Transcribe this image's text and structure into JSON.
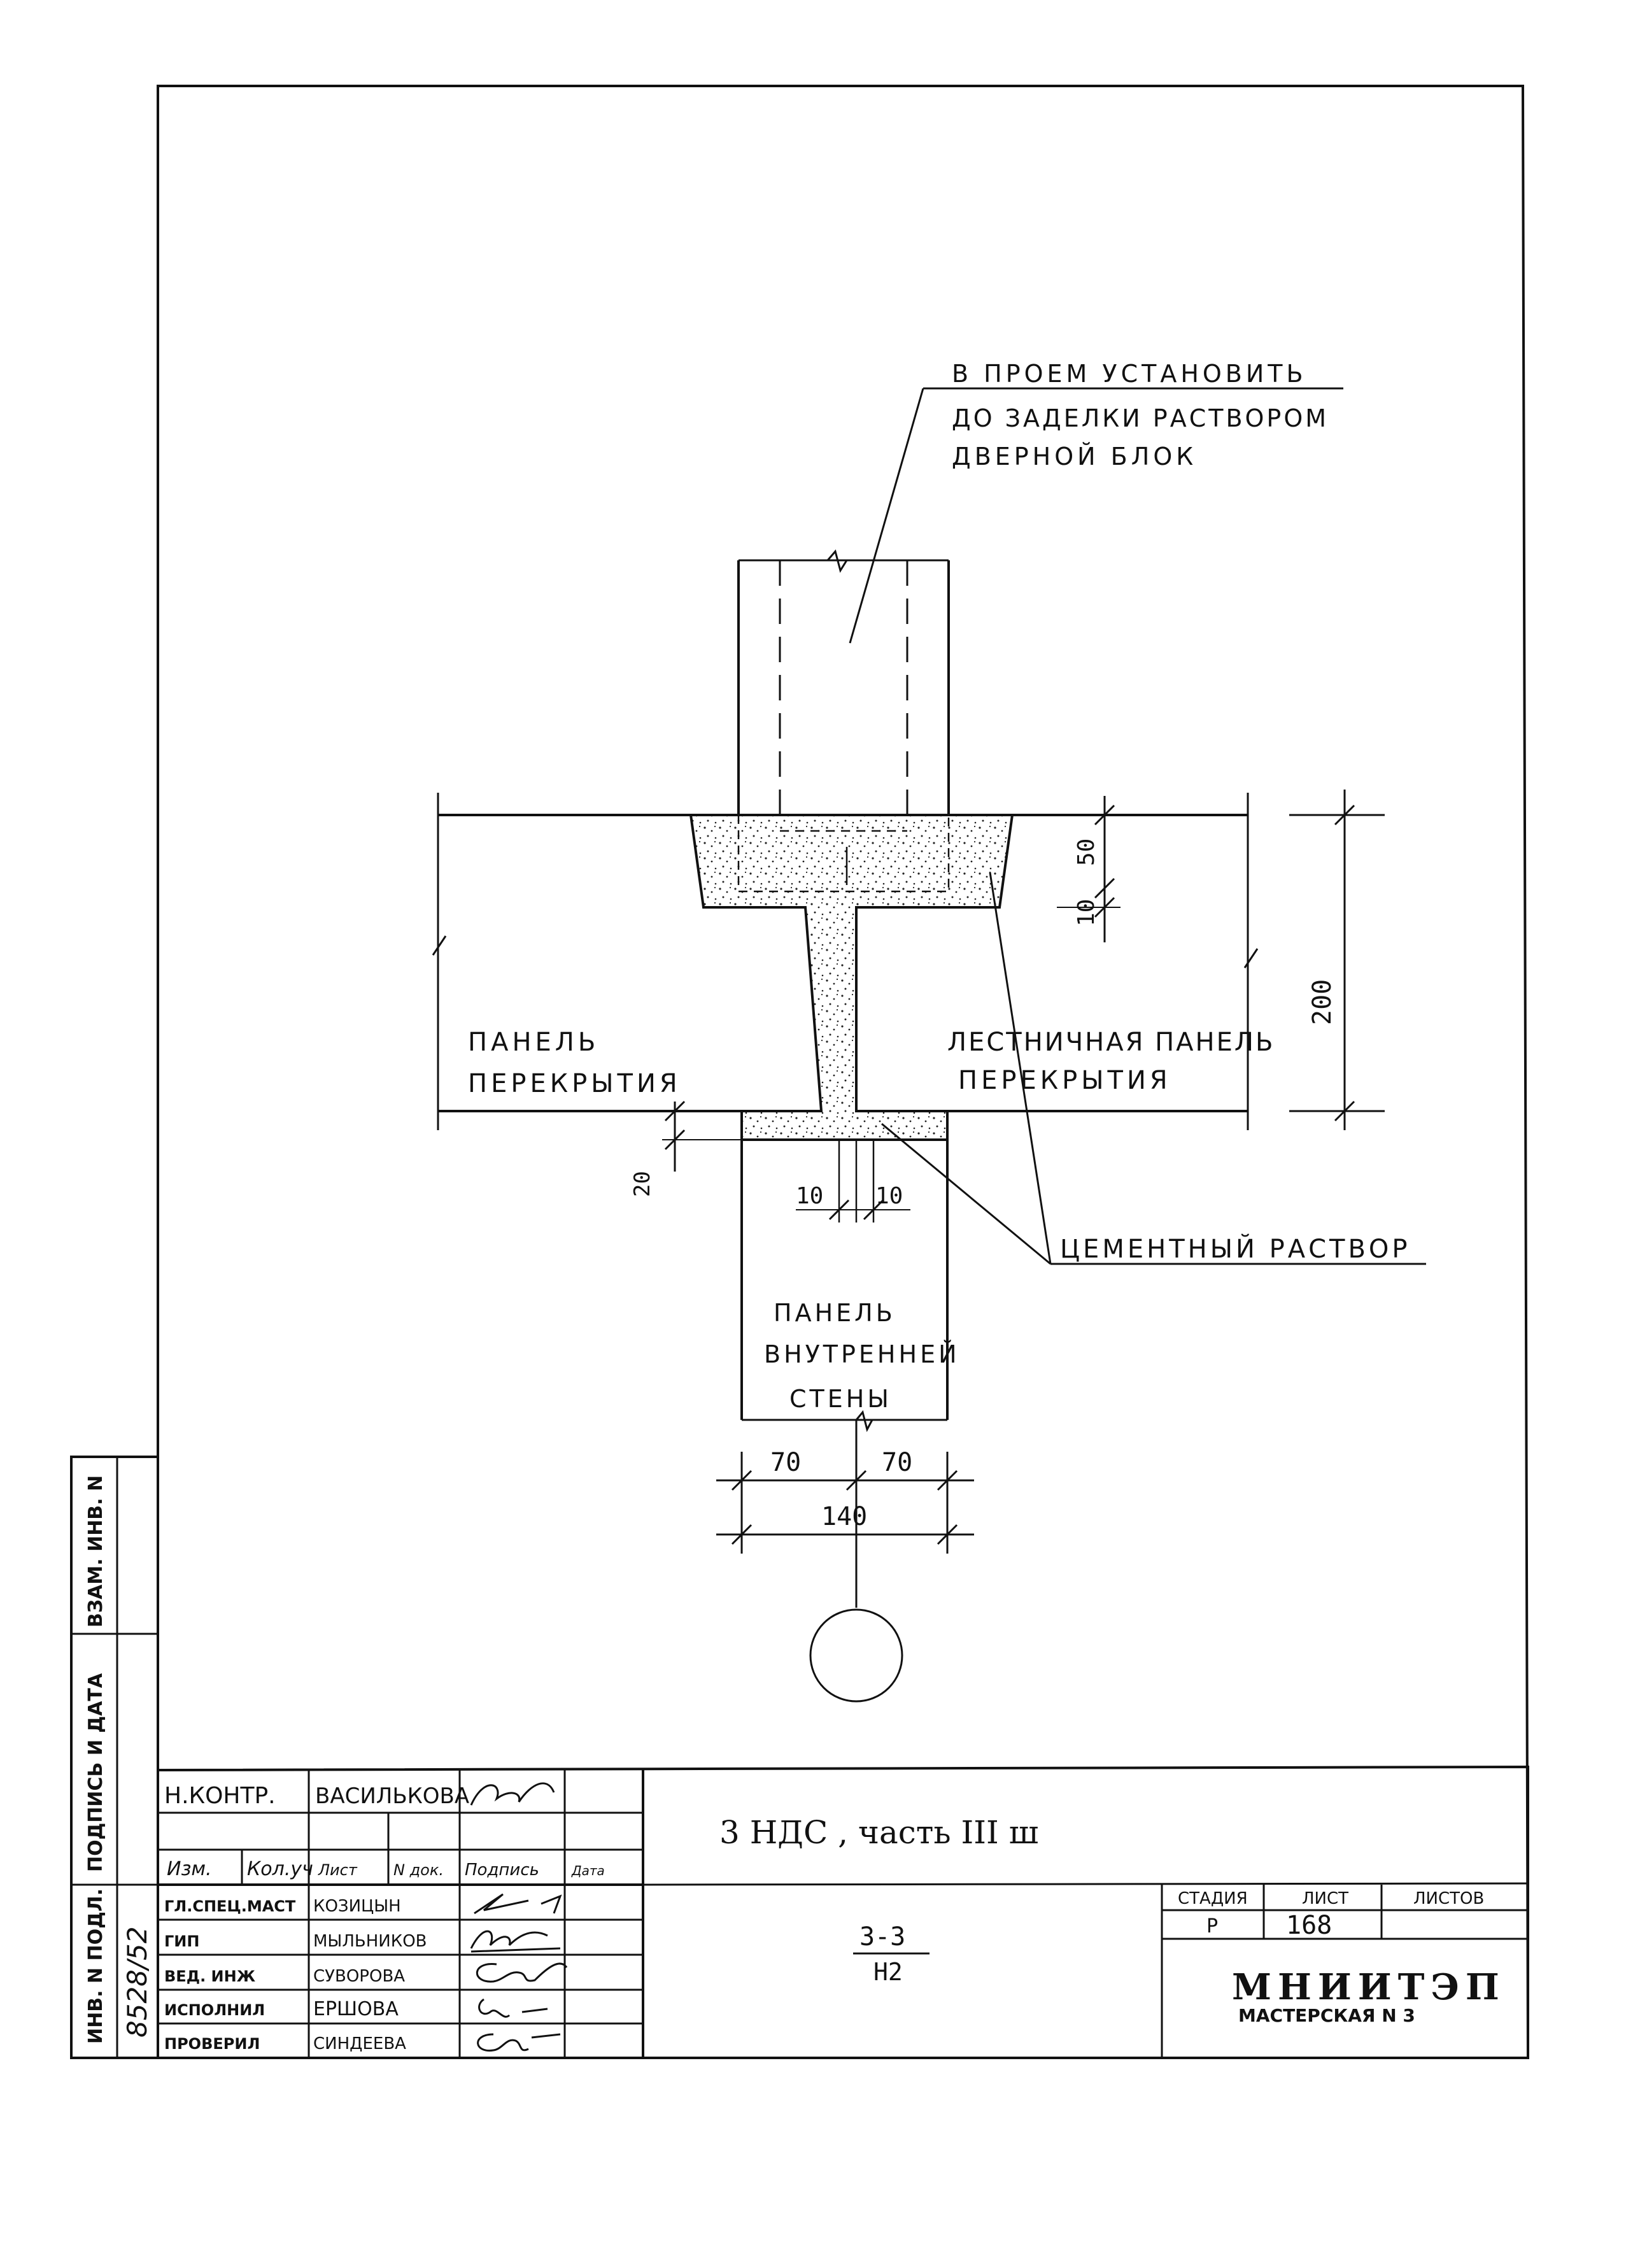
{
  "notes": {
    "door_block": [
      "В ПРОЕМ УСТАНОВИТЬ",
      "ДО ЗАДЕЛКИ РАСТВОРОМ",
      "ДВЕРНОЙ БЛОК"
    ],
    "cement_mortar": "ЦЕМЕНТНЫЙ РАСТВОР"
  },
  "labels": {
    "floor_panel": [
      "ПАНЕЛЬ",
      "ПЕРЕКРЫТИЯ"
    ],
    "stair_panel": [
      "ЛЕСТНИЧНАЯ ПАНЕЛЬ",
      "ПЕРЕКРЫТИЯ"
    ],
    "inner_wall": [
      "ПАНЕЛЬ",
      "ВНУТРЕННЕЙ",
      "СТЕНЫ"
    ]
  },
  "dimensions": {
    "d50": "50",
    "d10_top": "10",
    "d200": "200",
    "d20": "20",
    "d10_left": "10",
    "d10_right": "10",
    "d70_left": "70",
    "d70_right": "70",
    "d140": "140"
  },
  "side_stamp": {
    "vzam": "ВЗАМ. ИНВ. N",
    "podpis": "ПОДПИСЬ И ДАТА",
    "inv": "ИНВ. N ПОДЛ.",
    "inv_number": "8528/52"
  },
  "title_block": {
    "n_kontr_label": "Н.КОНТР.",
    "n_kontr_name": "ВАСИЛЬКОВА",
    "header": [
      "Изм.",
      "Кол.уч",
      "Лист",
      "N док.",
      "Подпись",
      "Дата"
    ],
    "rows": [
      {
        "role": "ГЛ.СПЕЦ.МАСТ",
        "name": "КОЗИЦЫН"
      },
      {
        "role": "ГИП",
        "name": "МЫЛЬНИКОВ"
      },
      {
        "role": "ВЕД. ИНЖ",
        "name": "СУВОРОВА"
      },
      {
        "role": "ИСПОЛНИЛ",
        "name": "ЕРШОВА"
      },
      {
        "role": "ПРОВЕРИЛ",
        "name": "СИНДЕЕВА"
      }
    ],
    "project_title": "3 НДС , часть III ш",
    "section_num": "3-3",
    "section_sheet": "Н2",
    "stage_label": "СТАДИЯ",
    "sheet_label": "ЛИСТ",
    "sheets_label": "ЛИСТОВ",
    "stage_value": "Р",
    "sheet_value": "168",
    "sheets_value": "",
    "org_name": "МНИИТЭП",
    "org_sub": "МАСТЕРСКАЯ N 3"
  }
}
